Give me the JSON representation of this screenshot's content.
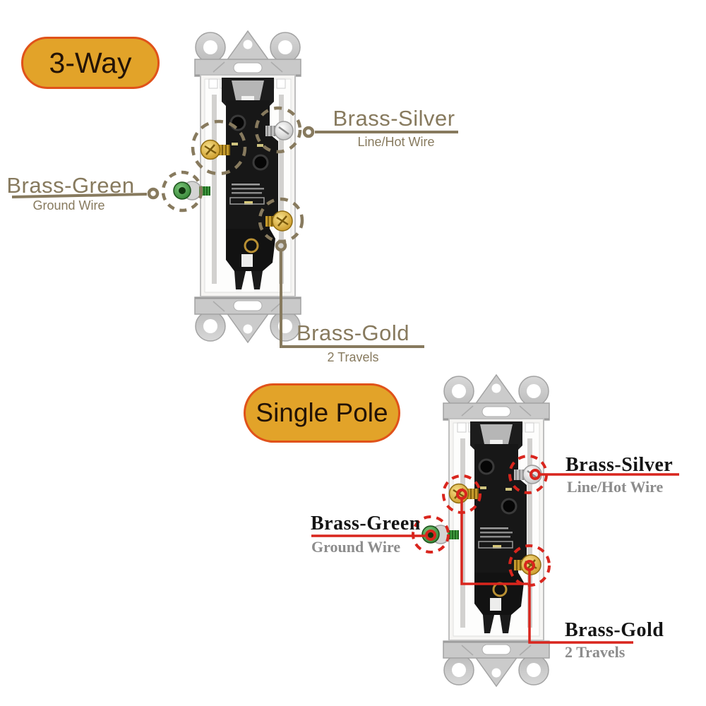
{
  "image_type": "product annotation diagram of two toggle light switches (rear view)",
  "colors": {
    "background": "#ffffff",
    "top_annotation_tan": "#877a5e",
    "bottom_annotation_red": "#d9251d",
    "badge_fill": "#e2a329",
    "badge_border": "#e0521a",
    "badge_text": "#231307",
    "serif_title_black": "#141414",
    "serif_sub_gray": "#8c8c8c",
    "brass_screw": "#c89420",
    "silver_screw": "#c2c2c2",
    "green_screw": "#2e7d2e"
  },
  "badges": {
    "top": "3-Way",
    "bottom": "Single Pole"
  },
  "top_callouts": {
    "silver": {
      "title": "Brass-Silver",
      "subtitle": "Line/Hot Wire"
    },
    "green": {
      "title": "Brass-Green",
      "subtitle": "Ground Wire"
    },
    "gold": {
      "title": "Brass-Gold",
      "subtitle": "2 Travels"
    }
  },
  "bottom_callouts": {
    "silver": {
      "title": "Brass-Silver",
      "subtitle": "Line/Hot Wire"
    },
    "green": {
      "title": "Brass-Green",
      "subtitle": "Ground Wire"
    },
    "gold": {
      "title": "Brass-Gold",
      "subtitle": "2 Travels"
    }
  }
}
